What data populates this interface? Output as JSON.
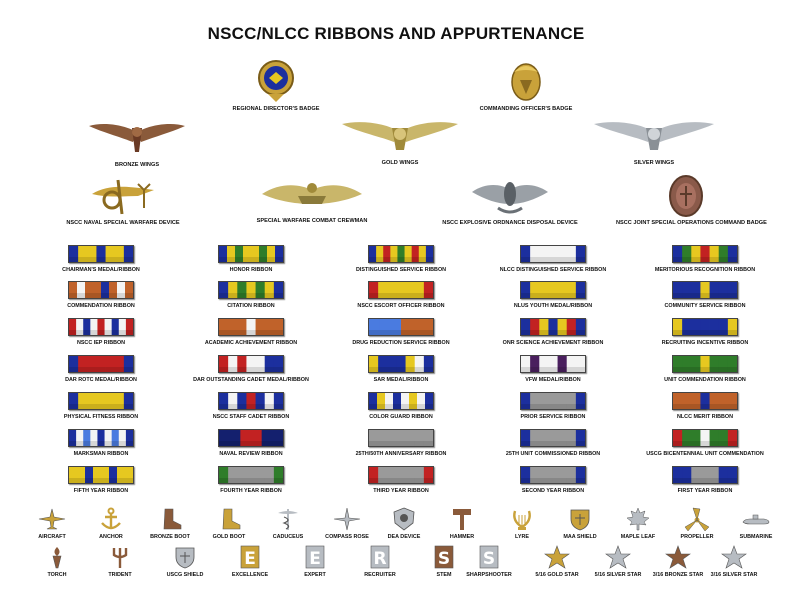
{
  "title": "NSCC/NLCC RIBBONS AND APPURTENANCE",
  "badges": [
    {
      "name": "regional-directors-badge",
      "label": "REGIONAL DIRECTOR'S BADGE",
      "icon": "seal-badge-icon"
    },
    {
      "name": "commanding-officers-badge",
      "label": "COMMANDING OFFICER'S BADGE",
      "icon": "eagle-badge-icon"
    },
    {
      "name": "bronze-wings",
      "label": "BRONZE WINGS",
      "icon": "wings-icon"
    },
    {
      "name": "gold-wings",
      "label": "GOLD WINGS",
      "icon": "wings-icon"
    },
    {
      "name": "silver-wings",
      "label": "SILVER WINGS",
      "icon": "wings-icon"
    },
    {
      "name": "naval-special-warfare-device",
      "label": "NSCC NAVAL SPECIAL WARFARE DEVICE",
      "icon": "trident-eagle-icon"
    },
    {
      "name": "special-warfare-combat-crewman",
      "label": "SPECIAL WARFARE COMBAT CREWMAN",
      "icon": "boat-insignia-icon"
    },
    {
      "name": "explosive-ordnance-disposal-device",
      "label": "NSCC EXPLOSIVE ORDNANCE DISPOSAL DEVICE",
      "icon": "bomb-wreath-icon"
    },
    {
      "name": "joint-special-operations-command-badge",
      "label": "NSCC JOINT SPECIAL OPERATIONS COMMAND BADGE",
      "icon": "oval-badge-icon"
    }
  ],
  "colors": {
    "blue": "#1c2f9e",
    "gold": "#e6c820",
    "red": "#c22222",
    "white": "#f4f4f4",
    "green": "#2f7d2a",
    "orange": "#c0622a",
    "gray": "#9a9a9a",
    "purple": "#4a1f5e",
    "skyblue": "#4a7be0",
    "darkblue": "#14206e",
    "bronze": "#8a5a3a",
    "goldmetal": "#c9a23a",
    "silver": "#b7bcc2"
  },
  "ribbons": [
    {
      "label": "CHAIRMAN'S MEDAL/RIBBON",
      "stripes": [
        "blue",
        "gold",
        "gold",
        "blue",
        "gold",
        "gold",
        "blue"
      ]
    },
    {
      "label": "HONOR RIBBON",
      "stripes": [
        "blue",
        "gold",
        "green",
        "gold",
        "gold",
        "green",
        "gold",
        "blue"
      ]
    },
    {
      "label": "DISTINGUISHED SERVICE RIBBON",
      "stripes": [
        "blue",
        "gold",
        "red",
        "gold",
        "green",
        "gold",
        "red",
        "gold",
        "blue"
      ]
    },
    {
      "label": "NLCC DISTINGUISHED SERVICE RIBBON",
      "stripes": [
        "blue",
        "white",
        "white",
        "white",
        "white",
        "white",
        "blue"
      ]
    },
    {
      "label": "MERITORIOUS RECOGNITION RIBBON",
      "stripes": [
        "blue",
        "green",
        "gold",
        "red",
        "gold",
        "green",
        "blue"
      ]
    },
    {
      "label": "COMMENDATION RIBBON",
      "stripes": [
        "orange",
        "white",
        "orange",
        "orange",
        "blue",
        "orange",
        "white",
        "orange"
      ]
    },
    {
      "label": "CITATION RIBBON",
      "stripes": [
        "blue",
        "gold",
        "green",
        "gold",
        "green",
        "gold",
        "blue"
      ]
    },
    {
      "label": "NSCC ESCORT OFFICER RIBBON",
      "stripes": [
        "red",
        "gold",
        "gold",
        "gold",
        "gold",
        "gold",
        "red"
      ]
    },
    {
      "label": "NLUS YOUTH MEDAL/RIBBON",
      "stripes": [
        "blue",
        "gold",
        "gold",
        "gold",
        "gold",
        "gold",
        "blue"
      ]
    },
    {
      "label": "COMMUNITY SERVICE RIBBON",
      "stripes": [
        "blue",
        "blue",
        "blue",
        "gold",
        "blue",
        "blue",
        "blue"
      ]
    },
    {
      "label": "NSCC IEP RIBBON",
      "stripes": [
        "red",
        "white",
        "blue",
        "white",
        "red",
        "white",
        "blue",
        "white",
        "red"
      ]
    },
    {
      "label": "ACADEMIC ACHIEVEMENT RIBBON",
      "stripes": [
        "orange",
        "orange",
        "orange",
        "white",
        "orange",
        "orange",
        "orange"
      ]
    },
    {
      "label": "DRUG REDUCTION SERVICE RIBBON",
      "stripes": [
        "skyblue",
        "skyblue",
        "skyblue",
        "orange",
        "orange",
        "orange"
      ]
    },
    {
      "label": "ONR SCIENCE ACHIEVEMENT RIBBON",
      "stripes": [
        "blue",
        "red",
        "gold",
        "blue",
        "gold",
        "red",
        "blue"
      ]
    },
    {
      "label": "RECRUITING INCENTIVE RIBBON",
      "stripes": [
        "gold",
        "blue",
        "blue",
        "blue",
        "blue",
        "blue",
        "gold"
      ]
    },
    {
      "label": "DAR ROTC MEDAL/RIBBON",
      "stripes": [
        "blue",
        "red",
        "red",
        "red",
        "red",
        "red",
        "blue"
      ]
    },
    {
      "label": "DAR OUTSTANDING CADET MEDAL/RIBBON",
      "stripes": [
        "red",
        "white",
        "red",
        "white",
        "white",
        "blue",
        "blue"
      ]
    },
    {
      "label": "SAR MEDAL/RIBBON",
      "stripes": [
        "gold",
        "blue",
        "blue",
        "blue",
        "gold",
        "white",
        "blue"
      ]
    },
    {
      "label": "VFW MEDAL/RIBBON",
      "stripes": [
        "white",
        "purple",
        "white",
        "white",
        "purple",
        "white",
        "white"
      ]
    },
    {
      "label": "UNIT COMMENDATION RIBBON",
      "stripes": [
        "green",
        "green",
        "green",
        "gold",
        "green",
        "green",
        "green"
      ]
    },
    {
      "label": "PHYSICAL FITNESS RIBBON",
      "stripes": [
        "blue",
        "gold",
        "gold",
        "gold",
        "gold",
        "gold",
        "blue"
      ]
    },
    {
      "label": "NSCC STAFF CADET RIBBON",
      "stripes": [
        "blue",
        "white",
        "blue",
        "red",
        "blue",
        "white",
        "blue"
      ]
    },
    {
      "label": "COLOR GUARD RIBBON",
      "stripes": [
        "blue",
        "gold",
        "white",
        "blue",
        "white",
        "gold",
        "white",
        "blue"
      ]
    },
    {
      "label": "PRIOR SERVICE RIBBON",
      "stripes": [
        "blue",
        "gray",
        "gray",
        "gray",
        "gray",
        "gray",
        "blue"
      ]
    },
    {
      "label": "NLCC MERIT RIBBON",
      "stripes": [
        "orange",
        "orange",
        "orange",
        "blue",
        "orange",
        "orange",
        "orange"
      ]
    },
    {
      "label": "MARKSMAN RIBBON",
      "stripes": [
        "blue",
        "white",
        "skyblue",
        "white",
        "blue",
        "white",
        "skyblue",
        "white",
        "blue"
      ]
    },
    {
      "label": "NAVAL REVIEW RIBBON",
      "stripes": [
        "darkblue",
        "darkblue",
        "red",
        "red",
        "darkblue",
        "darkblue"
      ]
    },
    {
      "label": "25TH/50TH ANNIVERSARY RIBBON",
      "stripes": [
        "gray",
        "gray",
        "gray",
        "gray",
        "gray",
        "gray",
        "gray"
      ]
    },
    {
      "label": "25TH UNIT COMMISSIONED RIBBON",
      "stripes": [
        "blue",
        "gray",
        "gray",
        "gray",
        "gray",
        "gray",
        "blue"
      ]
    },
    {
      "label": "USCG BICENTENNIAL UNIT COMMENDATION",
      "stripes": [
        "red",
        "green",
        "green",
        "white",
        "green",
        "green",
        "red"
      ]
    },
    {
      "label": "FIFTH YEAR RIBBON",
      "stripes": [
        "gold",
        "gold",
        "blue",
        "gold",
        "gold",
        "blue",
        "gold",
        "gold"
      ]
    },
    {
      "label": "FOURTH YEAR RIBBON",
      "stripes": [
        "green",
        "gray",
        "gray",
        "gray",
        "gray",
        "gray",
        "green"
      ]
    },
    {
      "label": "THIRD YEAR RIBBON",
      "stripes": [
        "red",
        "gray",
        "gray",
        "gray",
        "gray",
        "gray",
        "red"
      ]
    },
    {
      "label": "SECOND YEAR RIBBON",
      "stripes": [
        "blue",
        "gray",
        "gray",
        "gray",
        "gray",
        "gray",
        "blue"
      ]
    },
    {
      "label": "FIRST YEAR RIBBON",
      "stripes": [
        "blue",
        "blue",
        "gray",
        "gray",
        "gray",
        "blue",
        "blue"
      ]
    }
  ],
  "appurtenances": [
    {
      "label": "AIRCRAFT",
      "icon": "aircraft-icon",
      "color": "goldmetal"
    },
    {
      "label": "ANCHOR",
      "icon": "anchor-icon",
      "color": "goldmetal"
    },
    {
      "label": "BRONZE BOOT",
      "icon": "boot-icon",
      "color": "bronze"
    },
    {
      "label": "GOLD BOOT",
      "icon": "boot-icon",
      "color": "goldmetal"
    },
    {
      "label": "CADUCEUS",
      "icon": "caduceus-icon",
      "color": "silver"
    },
    {
      "label": "COMPASS ROSE",
      "icon": "compass-rose-icon",
      "color": "silver"
    },
    {
      "label": "DEA DEVICE",
      "icon": "dea-device-icon",
      "color": "silver"
    },
    {
      "label": "HAMMER",
      "icon": "hammer-icon",
      "color": "bronze"
    },
    {
      "label": "LYRE",
      "icon": "lyre-icon",
      "color": "goldmetal"
    },
    {
      "label": "MAA SHIELD",
      "icon": "shield-icon",
      "color": "goldmetal"
    },
    {
      "label": "MAPLE LEAF",
      "icon": "maple-leaf-icon",
      "color": "silver"
    },
    {
      "label": "PROPELLER",
      "icon": "propeller-icon",
      "color": "goldmetal"
    },
    {
      "label": "SUBMARINE",
      "icon": "submarine-icon",
      "color": "silver"
    },
    {
      "label": "TORCH",
      "icon": "torch-icon",
      "color": "bronze"
    },
    {
      "label": "TRIDENT",
      "icon": "trident-icon",
      "color": "bronze"
    },
    {
      "label": "USCG SHIELD",
      "icon": "shield-icon",
      "color": "silver"
    },
    {
      "label": "EXCELLENCE",
      "icon": "letter-e-icon",
      "color": "goldmetal",
      "letter": "E"
    },
    {
      "label": "EXPERT",
      "icon": "letter-e-icon",
      "color": "silver",
      "letter": "E"
    },
    {
      "label": "RECRUITER",
      "icon": "letter-r-icon",
      "color": "silver",
      "letter": "R"
    },
    {
      "label": "STEM",
      "icon": "letter-s-icon",
      "color": "bronze",
      "letter": "S"
    },
    {
      "label": "SHARPSHOOTER",
      "icon": "letter-s-icon",
      "color": "silver",
      "letter": "S"
    },
    {
      "label": "5/16 GOLD STAR",
      "icon": "star-icon",
      "color": "goldmetal"
    },
    {
      "label": "5/16 SILVER STAR",
      "icon": "star-icon",
      "color": "silver"
    },
    {
      "label": "3/16 BRONZE STAR",
      "icon": "star-icon",
      "color": "bronze"
    },
    {
      "label": "3/16 SILVER STAR",
      "icon": "star-icon",
      "color": "silver"
    }
  ]
}
